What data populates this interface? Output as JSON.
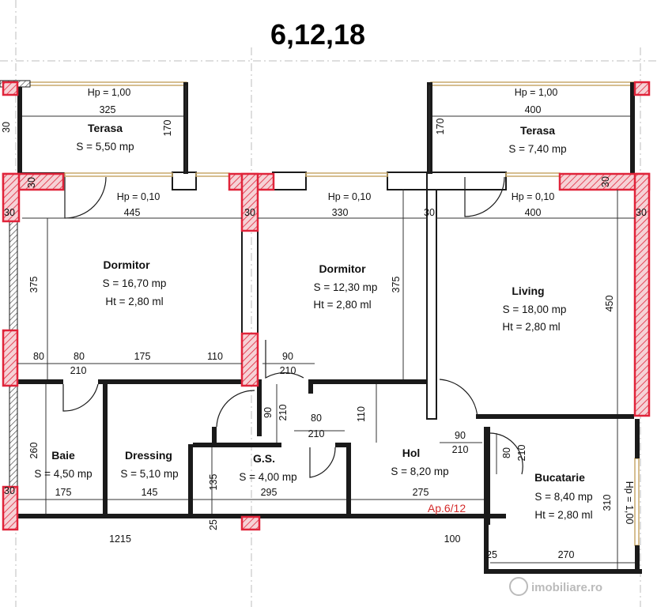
{
  "title": "6,12,18",
  "apartment_label": "Ap.6/12",
  "watermark": "imobiliare.ro",
  "colors": {
    "wall": "#1a1a1a",
    "pillar": "#e0243a",
    "pillar_fill": "#f6d2d6",
    "window": "#c8a96b",
    "dim_line": "#333333",
    "guide": "#bdbdbd"
  },
  "rooms": {
    "terasa_left": {
      "name": "Terasa",
      "area": "S = 5,50 mp"
    },
    "terasa_right": {
      "name": "Terasa",
      "area": "S = 7,40 mp"
    },
    "dormitor_1": {
      "name": "Dormitor",
      "area": "S = 16,70 mp",
      "height": "Ht = 2,80 ml"
    },
    "dormitor_2": {
      "name": "Dormitor",
      "area": "S = 12,30 mp",
      "height": "Ht = 2,80 ml"
    },
    "living": {
      "name": "Living",
      "area": "S = 18,00 mp",
      "height": "Ht = 2,80 ml"
    },
    "baie": {
      "name": "Baie",
      "area": "S = 4,50 mp"
    },
    "dressing": {
      "name": "Dressing",
      "area": "S = 5,10 mp"
    },
    "gs": {
      "name": "G.S.",
      "area": "S = 4,00 mp"
    },
    "hol": {
      "name": "Hol",
      "area": "S = 8,20 mp"
    },
    "bucatarie": {
      "name": "Bucatarie",
      "area": "S = 8,40 mp",
      "height": "Ht = 2,80 ml"
    }
  },
  "dims": {
    "hp_t1": "Hp = 1,00",
    "w_t1": "325",
    "h_t1": "170",
    "s_t1_a": "30",
    "s_t1_b": "30",
    "hp_t2": "Hp = 1,00",
    "w_t2": "400",
    "h_t2": "170",
    "s_t2": "30",
    "hp_w1": "Hp = 0,10",
    "hp_w2": "Hp = 0,10",
    "hp_w3": "Hp = 0,10",
    "w_d1": "445",
    "w_d2": "330",
    "w_lv": "400",
    "s_a": "30",
    "s_b": "30",
    "s_c": "30",
    "s_d": "30",
    "h_d1": "375",
    "h_d2": "375",
    "h_lv": "450",
    "r80a": "80",
    "r80b": "80",
    "r175": "175",
    "r110": "110",
    "r210a": "210",
    "r90a": "90",
    "r210b": "210",
    "v90": "90",
    "v210": "210",
    "r80c": "80",
    "r210c": "210",
    "v110": "110",
    "r90b": "90",
    "r210d": "210",
    "v80": "80",
    "v210b": "210",
    "h_baie": "260",
    "w_baie": "175",
    "w_dres": "145",
    "w_gs": "295",
    "h_gs": "135",
    "w_hol": "275",
    "h_buc": "310",
    "w_buc": "270",
    "hp_buc": "Hp = 1,00",
    "s_e": "30",
    "s_f": "25",
    "s_g": "25",
    "b1215": "1215",
    "b100": "100"
  }
}
